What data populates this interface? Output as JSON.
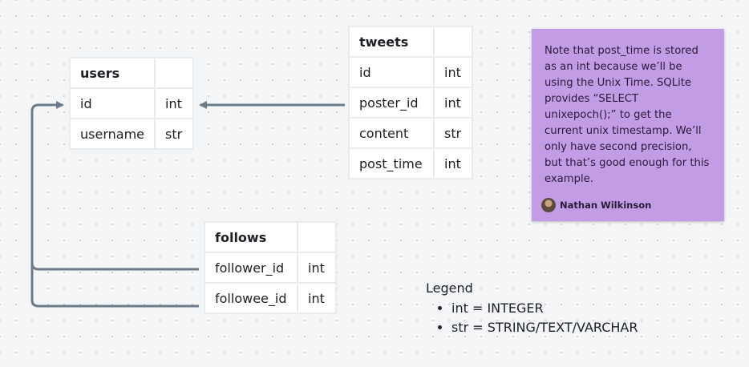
{
  "tables": {
    "users": {
      "name": "users",
      "rows": [
        {
          "col": "id",
          "type": "int"
        },
        {
          "col": "username",
          "type": "str"
        }
      ]
    },
    "tweets": {
      "name": "tweets",
      "rows": [
        {
          "col": "id",
          "type": "int"
        },
        {
          "col": "poster_id",
          "type": "int"
        },
        {
          "col": "content",
          "type": "str"
        },
        {
          "col": "post_time",
          "type": "int"
        }
      ]
    },
    "follows": {
      "name": "follows",
      "rows": [
        {
          "col": "follower_id",
          "type": "int"
        },
        {
          "col": "followee_id",
          "type": "int"
        }
      ]
    }
  },
  "note": {
    "text": "Note that post_time is stored as an int because we’ll be using the Unix Time. SQLite provides “SELECT unixepoch();” to get the current unix timestamp. We’ll only have second precision, but that’s good enough for this example.",
    "author": "Nathan Wilkinson",
    "color": "#c39ce6"
  },
  "legend": {
    "title": "Legend",
    "items": [
      "int = INTEGER",
      "str = STRING/TEXT/VARCHAR"
    ]
  },
  "colors": {
    "connector": "#6c7a89",
    "canvas": "#f4f5f7"
  }
}
